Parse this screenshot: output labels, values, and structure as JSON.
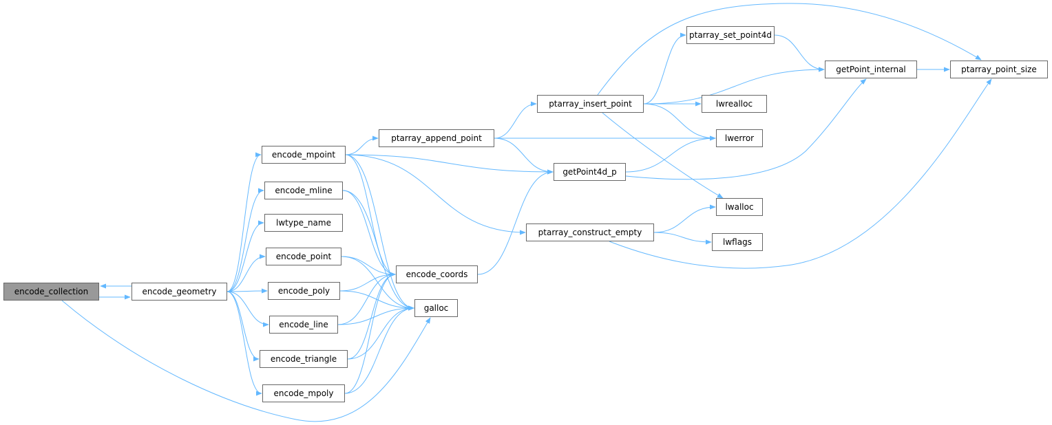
{
  "colors": {
    "edge": "#63b8ff",
    "root_fill": "#999999",
    "node_border": "#666666"
  },
  "nodes": [
    {
      "id": "encode_collection",
      "label": "encode_collection",
      "root": true
    },
    {
      "id": "encode_geometry",
      "label": "encode_geometry"
    },
    {
      "id": "encode_mpoint",
      "label": "encode_mpoint"
    },
    {
      "id": "encode_mline",
      "label": "encode_mline"
    },
    {
      "id": "lwtype_name",
      "label": "lwtype_name"
    },
    {
      "id": "encode_point",
      "label": "encode_point"
    },
    {
      "id": "encode_poly",
      "label": "encode_poly"
    },
    {
      "id": "encode_line",
      "label": "encode_line"
    },
    {
      "id": "encode_triangle",
      "label": "encode_triangle"
    },
    {
      "id": "encode_mpoly",
      "label": "encode_mpoly"
    },
    {
      "id": "encode_coords",
      "label": "encode_coords"
    },
    {
      "id": "galloc",
      "label": "galloc"
    },
    {
      "id": "ptarray_append_point",
      "label": "ptarray_append_point"
    },
    {
      "id": "getPoint4d_p",
      "label": "getPoint4d_p"
    },
    {
      "id": "ptarray_construct_empty",
      "label": "ptarray_construct_empty"
    },
    {
      "id": "ptarray_insert_point",
      "label": "ptarray_insert_point"
    },
    {
      "id": "ptarray_set_point4d",
      "label": "ptarray_set_point4d"
    },
    {
      "id": "getPoint_internal",
      "label": "getPoint_internal"
    },
    {
      "id": "ptarray_point_size",
      "label": "ptarray_point_size"
    },
    {
      "id": "lwrealloc",
      "label": "lwrealloc"
    },
    {
      "id": "lwerror",
      "label": "lwerror"
    },
    {
      "id": "lwalloc",
      "label": "lwalloc"
    },
    {
      "id": "lwflags",
      "label": "lwflags"
    }
  ],
  "edges": [
    [
      "encode_collection",
      "encode_geometry"
    ],
    [
      "encode_geometry",
      "encode_collection"
    ],
    [
      "encode_collection",
      "galloc"
    ],
    [
      "encode_geometry",
      "encode_mpoint"
    ],
    [
      "encode_geometry",
      "encode_mline"
    ],
    [
      "encode_geometry",
      "lwtype_name"
    ],
    [
      "encode_geometry",
      "encode_point"
    ],
    [
      "encode_geometry",
      "encode_poly"
    ],
    [
      "encode_geometry",
      "encode_line"
    ],
    [
      "encode_geometry",
      "encode_triangle"
    ],
    [
      "encode_geometry",
      "encode_mpoly"
    ],
    [
      "encode_mpoint",
      "ptarray_append_point"
    ],
    [
      "encode_mpoint",
      "getPoint4d_p"
    ],
    [
      "encode_mpoint",
      "ptarray_construct_empty"
    ],
    [
      "encode_mpoint",
      "encode_coords"
    ],
    [
      "encode_mpoint",
      "galloc"
    ],
    [
      "encode_mline",
      "encode_coords"
    ],
    [
      "encode_mline",
      "galloc"
    ],
    [
      "encode_point",
      "encode_coords"
    ],
    [
      "encode_point",
      "galloc"
    ],
    [
      "encode_poly",
      "encode_coords"
    ],
    [
      "encode_poly",
      "galloc"
    ],
    [
      "encode_line",
      "encode_coords"
    ],
    [
      "encode_line",
      "galloc"
    ],
    [
      "encode_triangle",
      "encode_coords"
    ],
    [
      "encode_triangle",
      "galloc"
    ],
    [
      "encode_mpoly",
      "encode_coords"
    ],
    [
      "encode_mpoly",
      "galloc"
    ],
    [
      "encode_coords",
      "getPoint4d_p"
    ],
    [
      "ptarray_append_point",
      "ptarray_insert_point"
    ],
    [
      "ptarray_append_point",
      "lwerror"
    ],
    [
      "ptarray_append_point",
      "getPoint4d_p"
    ],
    [
      "ptarray_insert_point",
      "ptarray_point_size"
    ],
    [
      "ptarray_insert_point",
      "ptarray_set_point4d"
    ],
    [
      "ptarray_insert_point",
      "getPoint_internal"
    ],
    [
      "ptarray_insert_point",
      "lwrealloc"
    ],
    [
      "ptarray_insert_point",
      "lwerror"
    ],
    [
      "ptarray_insert_point",
      "lwalloc"
    ],
    [
      "ptarray_set_point4d",
      "getPoint_internal"
    ],
    [
      "getPoint_internal",
      "ptarray_point_size"
    ],
    [
      "getPoint4d_p",
      "lwerror"
    ],
    [
      "getPoint4d_p",
      "getPoint_internal"
    ],
    [
      "ptarray_construct_empty",
      "lwalloc"
    ],
    [
      "ptarray_construct_empty",
      "lwflags"
    ],
    [
      "ptarray_construct_empty",
      "ptarray_point_size"
    ]
  ]
}
